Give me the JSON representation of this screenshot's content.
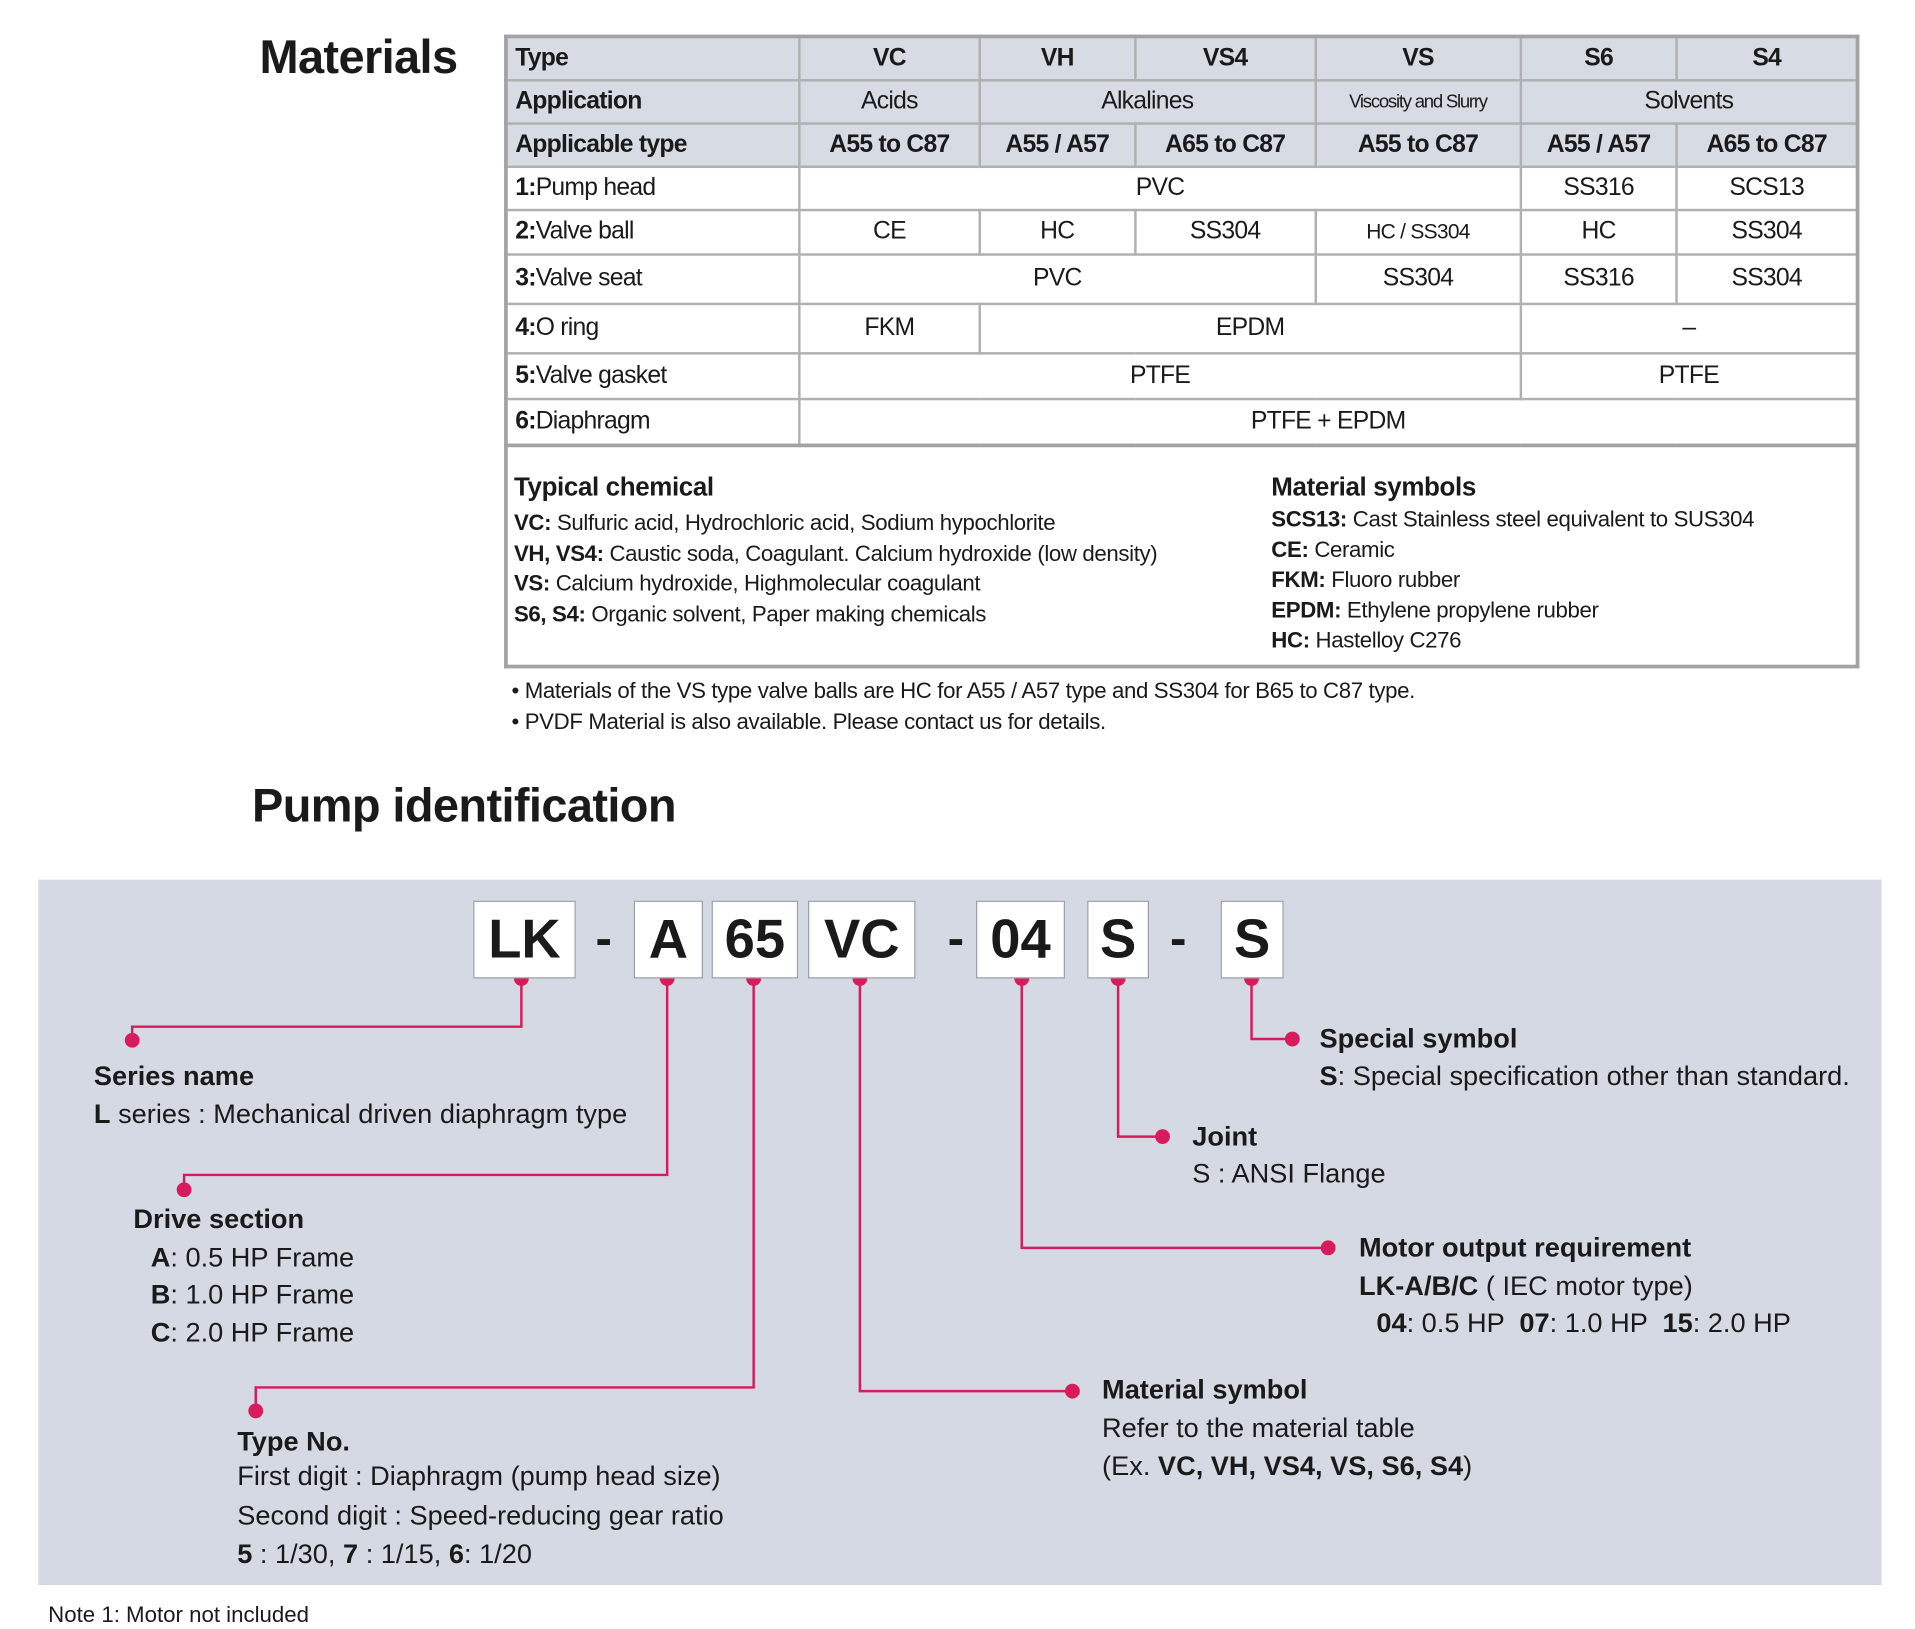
{
  "materials": {
    "title": "Materials",
    "header": {
      "type_label": "Type",
      "types": [
        "VC",
        "VH",
        "VS4",
        "VS",
        "S6",
        "S4"
      ],
      "application_label": "Application",
      "applications": [
        "Acids",
        "Alkalines",
        "Viscosity and Slurry",
        "Solvents"
      ],
      "applicable_label": "Applicable type",
      "applicable": [
        "A55 to C87",
        "A55 / A57",
        "A65 to C87",
        "A55 to C87",
        "A55 / A57",
        "A65 to C87"
      ]
    },
    "rows": [
      {
        "num": "1:",
        "name": "Pump head",
        "cells": [
          "PVC",
          "SS316",
          "SCS13"
        ]
      },
      {
        "num": "2:",
        "name": "Valve ball",
        "cells": [
          "CE",
          "HC",
          "SS304",
          "HC / SS304",
          "HC",
          "SS304"
        ]
      },
      {
        "num": "3:",
        "name": "Valve seat",
        "cells": [
          "PVC",
          "SS304",
          "SS316",
          "SS304"
        ]
      },
      {
        "num": "4:",
        "name": "O ring",
        "cells": [
          "FKM",
          "EPDM",
          "–"
        ]
      },
      {
        "num": "5:",
        "name": "Valve gasket",
        "cells": [
          "PTFE",
          "PTFE"
        ]
      },
      {
        "num": "6:",
        "name": "Diaphragm",
        "cells": [
          "PTFE + EPDM"
        ]
      }
    ],
    "typical_chemical": {
      "title": "Typical chemical",
      "items": [
        {
          "key": "VC:",
          "text": " Sulfuric acid, Hydrochloric acid, Sodium hypochlorite"
        },
        {
          "key": "VH, VS4:",
          "text": " Caustic soda, Coagulant. Calcium hydroxide (low density)"
        },
        {
          "key": "VS:",
          "text": " Calcium hydroxide, Highmolecular coagulant"
        },
        {
          "key": "S6, S4:",
          "text": " Organic solvent, Paper making chemicals"
        }
      ]
    },
    "material_symbols": {
      "title": "Material symbols",
      "items": [
        {
          "key": "SCS13:",
          "text": " Cast Stainless steel equivalent to SUS304"
        },
        {
          "key": "CE:",
          "text": " Ceramic"
        },
        {
          "key": "FKM:",
          "text": " Fluoro rubber"
        },
        {
          "key": "EPDM:",
          "text": " Ethylene propylene rubber"
        },
        {
          "key": "HC:",
          "text": " Hastelloy C276"
        }
      ]
    },
    "footnotes": [
      "• Materials of the VS type valve balls are HC for A55 / A57 type and SS304 for B65 to C87 type.",
      "• PVDF Material is also available. Please contact us for details."
    ]
  },
  "pump_id": {
    "title": "Pump identification",
    "code": [
      "LK",
      "-",
      "A",
      "65",
      "VC",
      "-",
      "04",
      "S",
      "-",
      "S"
    ],
    "accent": "#d81b5c",
    "panel_bg": "#d4d9e3",
    "series": {
      "title": "Series name",
      "key": "L",
      "text": " series : Mechanical driven diaphragm type"
    },
    "drive": {
      "title": "Drive section",
      "items": [
        {
          "key": "A",
          "text": ": 0.5 HP Frame"
        },
        {
          "key": "B",
          "text": ": 1.0 HP Frame"
        },
        {
          "key": "C",
          "text": ": 2.0 HP Frame"
        }
      ]
    },
    "type_no": {
      "title": "Type No.",
      "line1": "First digit : Diaphragm (pump head size)",
      "line2": "Second digit : Speed-reducing gear ratio",
      "ratios": [
        {
          "key": "5",
          "text": " : 1/30, "
        },
        {
          "key": "7",
          "text": " : 1/15, "
        },
        {
          "key": "6",
          "text": ": 1/20"
        }
      ]
    },
    "material": {
      "title": "Material symbol",
      "line1": "Refer to the material table",
      "prefix": "(Ex. ",
      "symbols": "VC, VH, VS4, VS, S6, S4",
      "suffix": ")"
    },
    "motor": {
      "title": "Motor output requirement",
      "key": "LK-A/B/C",
      "text": " ( IEC motor type)",
      "options": [
        {
          "key": "04",
          "text": ": 0.5 HP  "
        },
        {
          "key": "07",
          "text": ": 1.0 HP  "
        },
        {
          "key": "15",
          "text": ": 2.0 HP"
        }
      ]
    },
    "joint": {
      "title": "Joint",
      "text": "S : ANSI Flange"
    },
    "special": {
      "title": "Special symbol",
      "key": "S",
      "text": ": Special specification other than standard."
    }
  },
  "note": "Note 1: Motor not included"
}
